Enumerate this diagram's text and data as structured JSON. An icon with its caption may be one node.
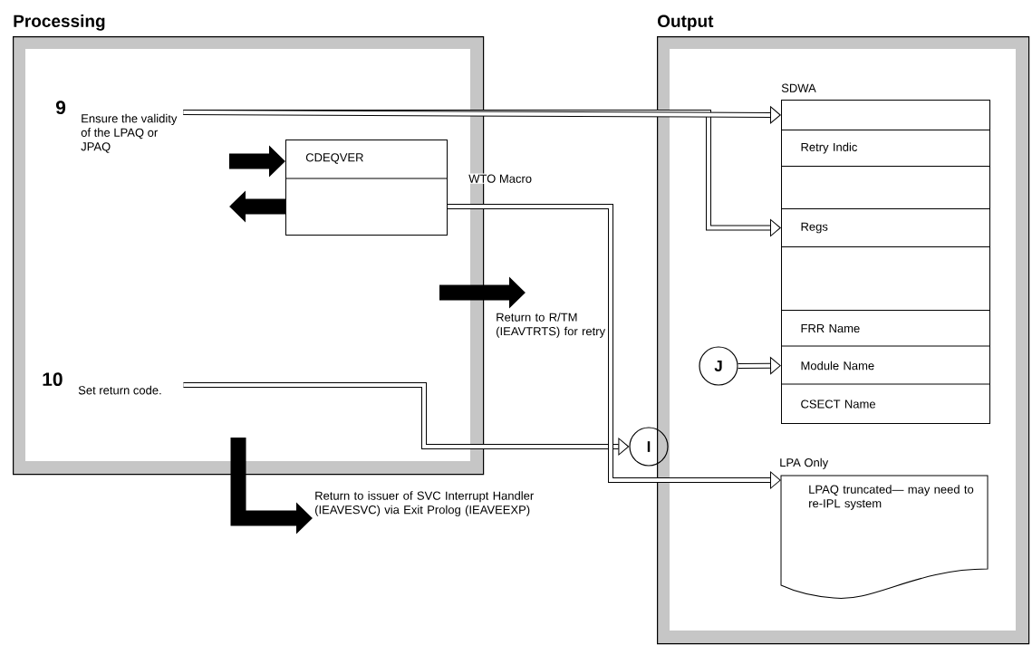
{
  "diagram": {
    "nodes": [
      {
        "text": [
          "Processing"
        ]
      },
      {
        "text": [
          "Output"
        ]
      },
      {
        "text": [
          "9",
          "Ensure the validity of the LPAQ or JPAQ"
        ],
        "in": 0
      },
      {
        "text": [
          "CDEQVER"
        ],
        "in": 0
      },
      {
        "text": [
          "10",
          "Set return code."
        ],
        "in": 0
      },
      {
        "text": [
          "SDWA"
        ],
        "in": 1
      },
      {
        "text": [],
        "shape": "box",
        "in": 5
      },
      {
        "text": [
          "Retry Indic"
        ],
        "in": 5
      },
      {
        "text": [],
        "shape": "box",
        "in": 5
      },
      {
        "text": [
          "Regs"
        ],
        "in": 5
      },
      {
        "text": [],
        "shape": "box",
        "in": 5
      },
      {
        "text": [
          "FRR Name"
        ],
        "in": 5
      },
      {
        "text": [
          "Module Name"
        ],
        "in": 5
      },
      {
        "text": [
          "CSECT Name"
        ],
        "in": 5
      },
      {
        "text": [
          "LPA Only",
          "LPAQ truncated— may need to re-IPL system"
        ],
        "in": 1
      },
      {
        "text": [
          "I"
        ]
      },
      {
        "text": [
          "J"
        ],
        "in": 1
      },
      {
        "text": [
          "Return to R/TM (IEAVTRTS) for retry"
        ]
      },
      {
        "text": [
          "Return to issuer of SVC Interrupt Handler (IEAVESVC) via Exit Prolog (IEAVEEXP)"
        ]
      }
    ],
    "edges": [
      {
        "from": 2,
        "to": 6,
        "arrow": "to"
      },
      {
        "from": 2,
        "to": 9,
        "arrow": "to"
      },
      {
        "from": null,
        "to": 3,
        "arrow": "to",
        "style": "thick"
      },
      {
        "from": 3,
        "to": null,
        "arrow": "to",
        "style": "thick"
      },
      {
        "from": 3,
        "to": 14,
        "arrow": "to",
        "label": "WTO Macro"
      },
      {
        "from": null,
        "to": 17,
        "arrow": "to",
        "style": "thick"
      },
      {
        "from": 4,
        "to": 15,
        "arrow": "to"
      },
      {
        "from": 16,
        "to": 12,
        "arrow": "to"
      },
      {
        "from": null,
        "to": 18,
        "arrow": "to",
        "style": "thick"
      }
    ]
  }
}
